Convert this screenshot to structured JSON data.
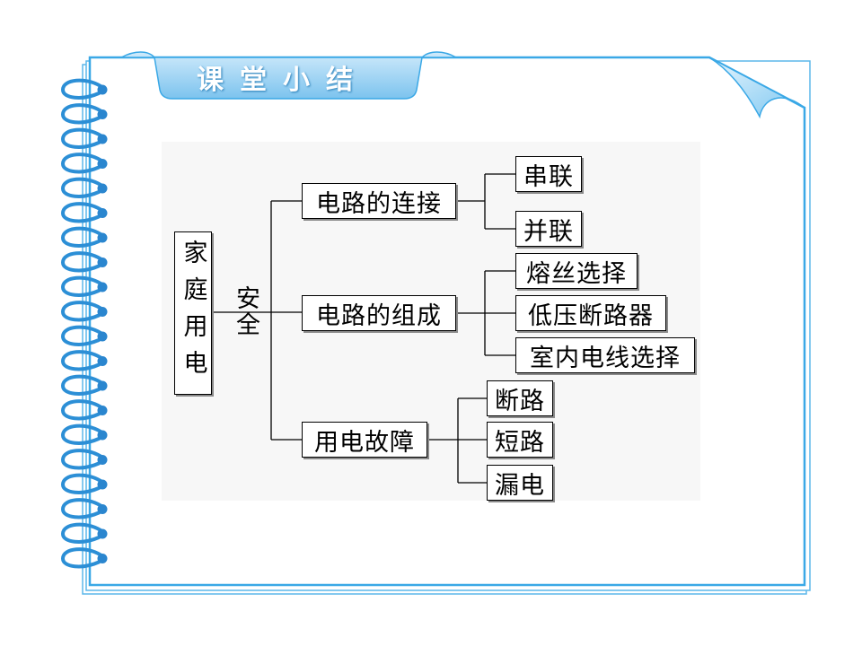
{
  "header": {
    "title": "课堂小结"
  },
  "diagram": {
    "root": "家庭用电",
    "branch_label": "安全",
    "groups": [
      {
        "label": "电路的连接",
        "items": [
          "串联",
          "并联"
        ]
      },
      {
        "label": "电路的组成",
        "items": [
          "熔丝选择",
          "低压断路器",
          "室内电线选择"
        ]
      },
      {
        "label": "用电故障",
        "items": [
          "断路",
          "短路",
          "漏电"
        ]
      }
    ]
  },
  "colors": {
    "frame": "#3aa8e6",
    "tab": "#8ccdf2",
    "ring": "#2c8fd6"
  },
  "icons": [
    "notebook-ring-icon",
    "page-curl-icon"
  ]
}
